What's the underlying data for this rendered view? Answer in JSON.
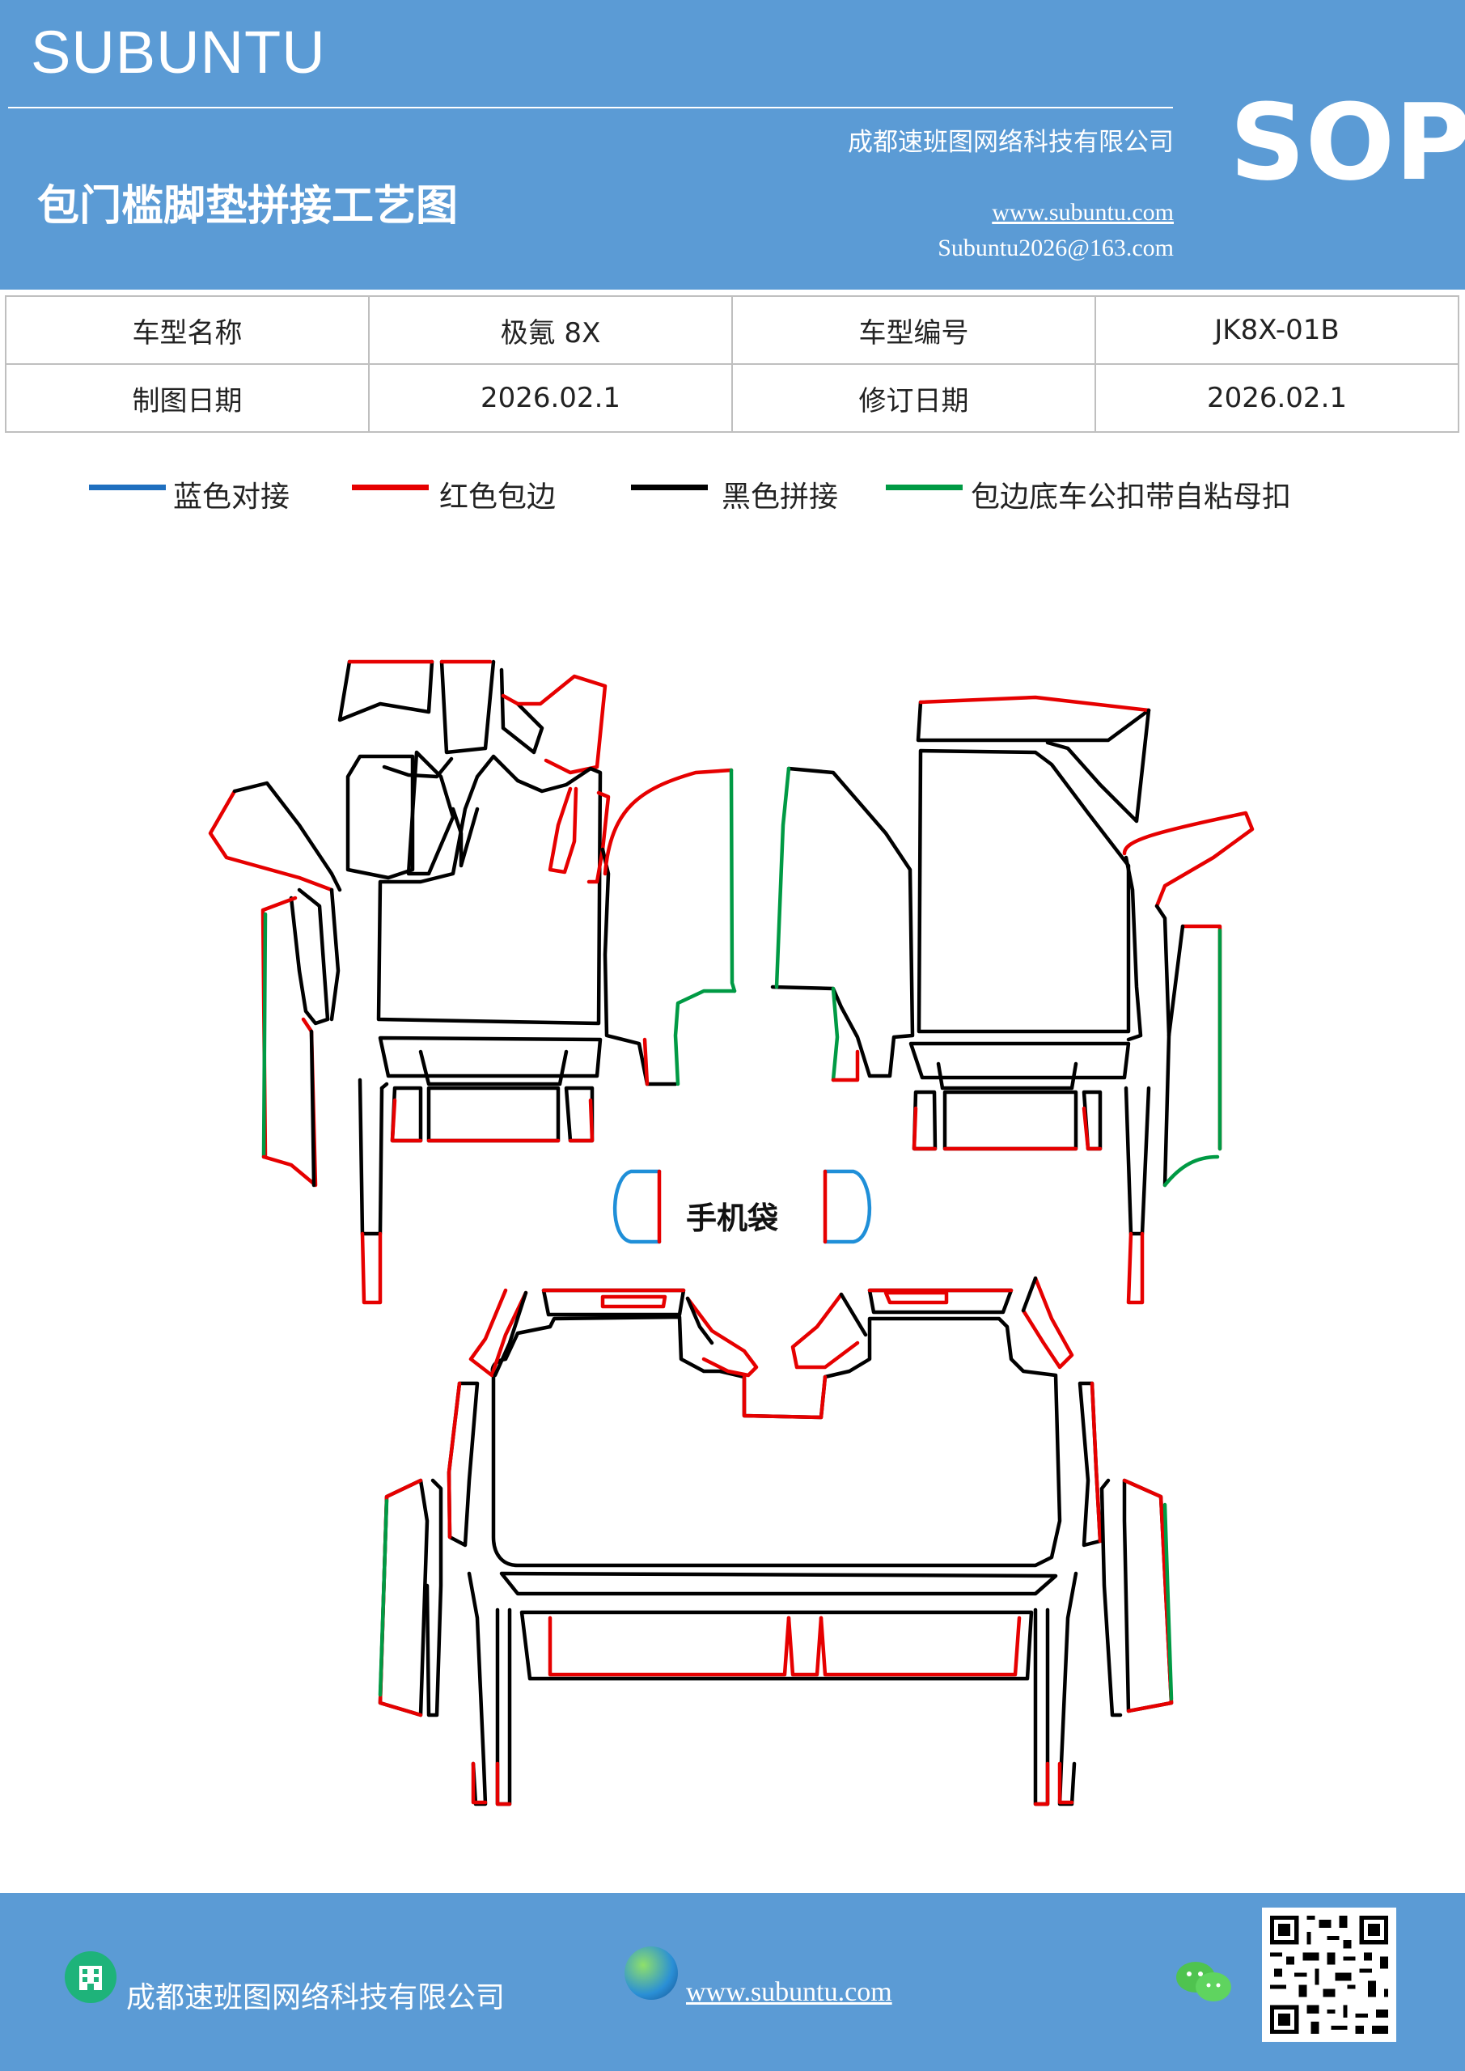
{
  "header": {
    "brand": "SUBUNTU",
    "company": "成都速班图网络科技有限公司",
    "title": "包门槛脚垫拼接工艺图",
    "website": "www.subuntu.com",
    "email": "Subuntu2026@163.com",
    "badge": "SOP"
  },
  "info_table": {
    "model_name_label": "车型名称",
    "model_name_value": "极氪 8X",
    "model_code_label": "车型编号",
    "model_code_value": "JK8X-01B",
    "draw_date_label": "制图日期",
    "draw_date_value": "2026.02.1",
    "revise_date_label": "修订日期",
    "revise_date_value": "2026.02.1"
  },
  "legend": [
    {
      "label": "蓝色对接",
      "color": "#1f6fbf"
    },
    {
      "label": "红色包边",
      "color": "#e60000"
    },
    {
      "label": "黑色拼接",
      "color": "#000000"
    },
    {
      "label": "包边底车公扣带自粘母扣",
      "color": "#009a44"
    }
  ],
  "diagram": {
    "phone_pocket_label": "手机袋"
  },
  "footer": {
    "company": "成都速班图网络科技有限公司",
    "website": "www.subuntu.com",
    "icons": [
      "building-icon",
      "globe-icon",
      "wechat-icon",
      "qr-code"
    ]
  }
}
